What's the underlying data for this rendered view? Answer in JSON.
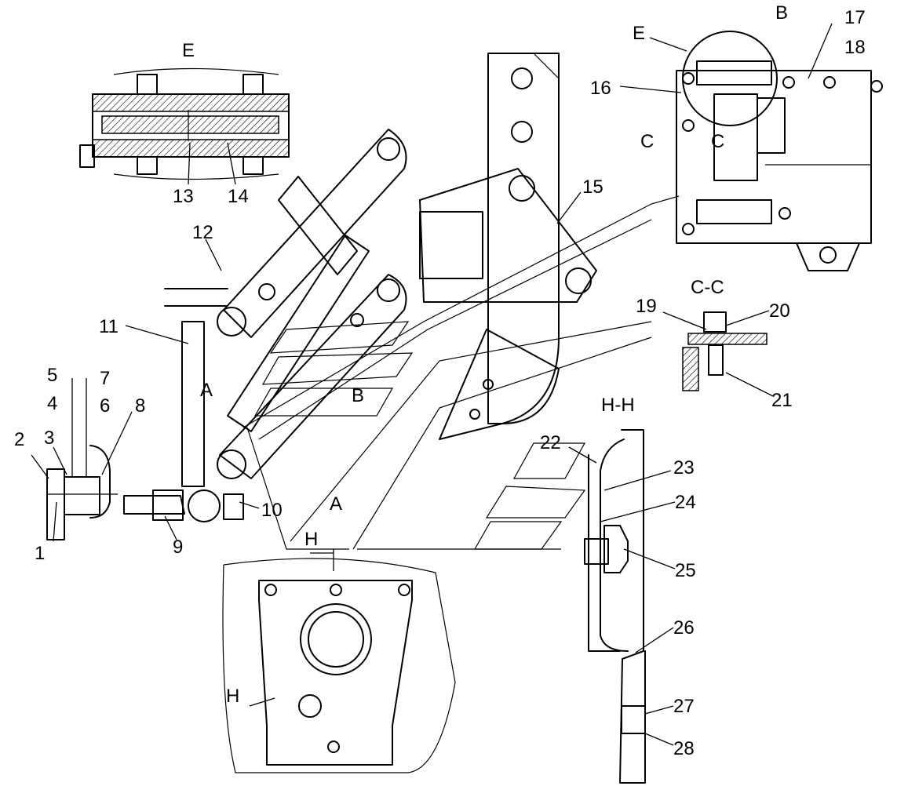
{
  "views": {
    "E": "E",
    "B": "B",
    "C_left": "C",
    "C_right": "C",
    "CC": "C-C",
    "HH": "H-H",
    "A1": "A",
    "A2": "A",
    "B_arrow": "B",
    "H1": "H",
    "H2": "H",
    "E_pointer": "E"
  },
  "callouts": {
    "p1": "1",
    "p2": "2",
    "p3": "3",
    "p4": "4",
    "p5": "5",
    "p6": "6",
    "p7": "7",
    "p8": "8",
    "p9": "9",
    "p10": "10",
    "p11": "11",
    "p12": "12",
    "p13": "13",
    "p14": "14",
    "p15": "15",
    "p16": "16",
    "p17": "17",
    "p18": "18",
    "p19": "19",
    "p20": "20",
    "p21": "21",
    "p22": "22",
    "p23": "23",
    "p24": "24",
    "p25": "25",
    "p26": "26",
    "p27": "27",
    "p28": "28"
  }
}
